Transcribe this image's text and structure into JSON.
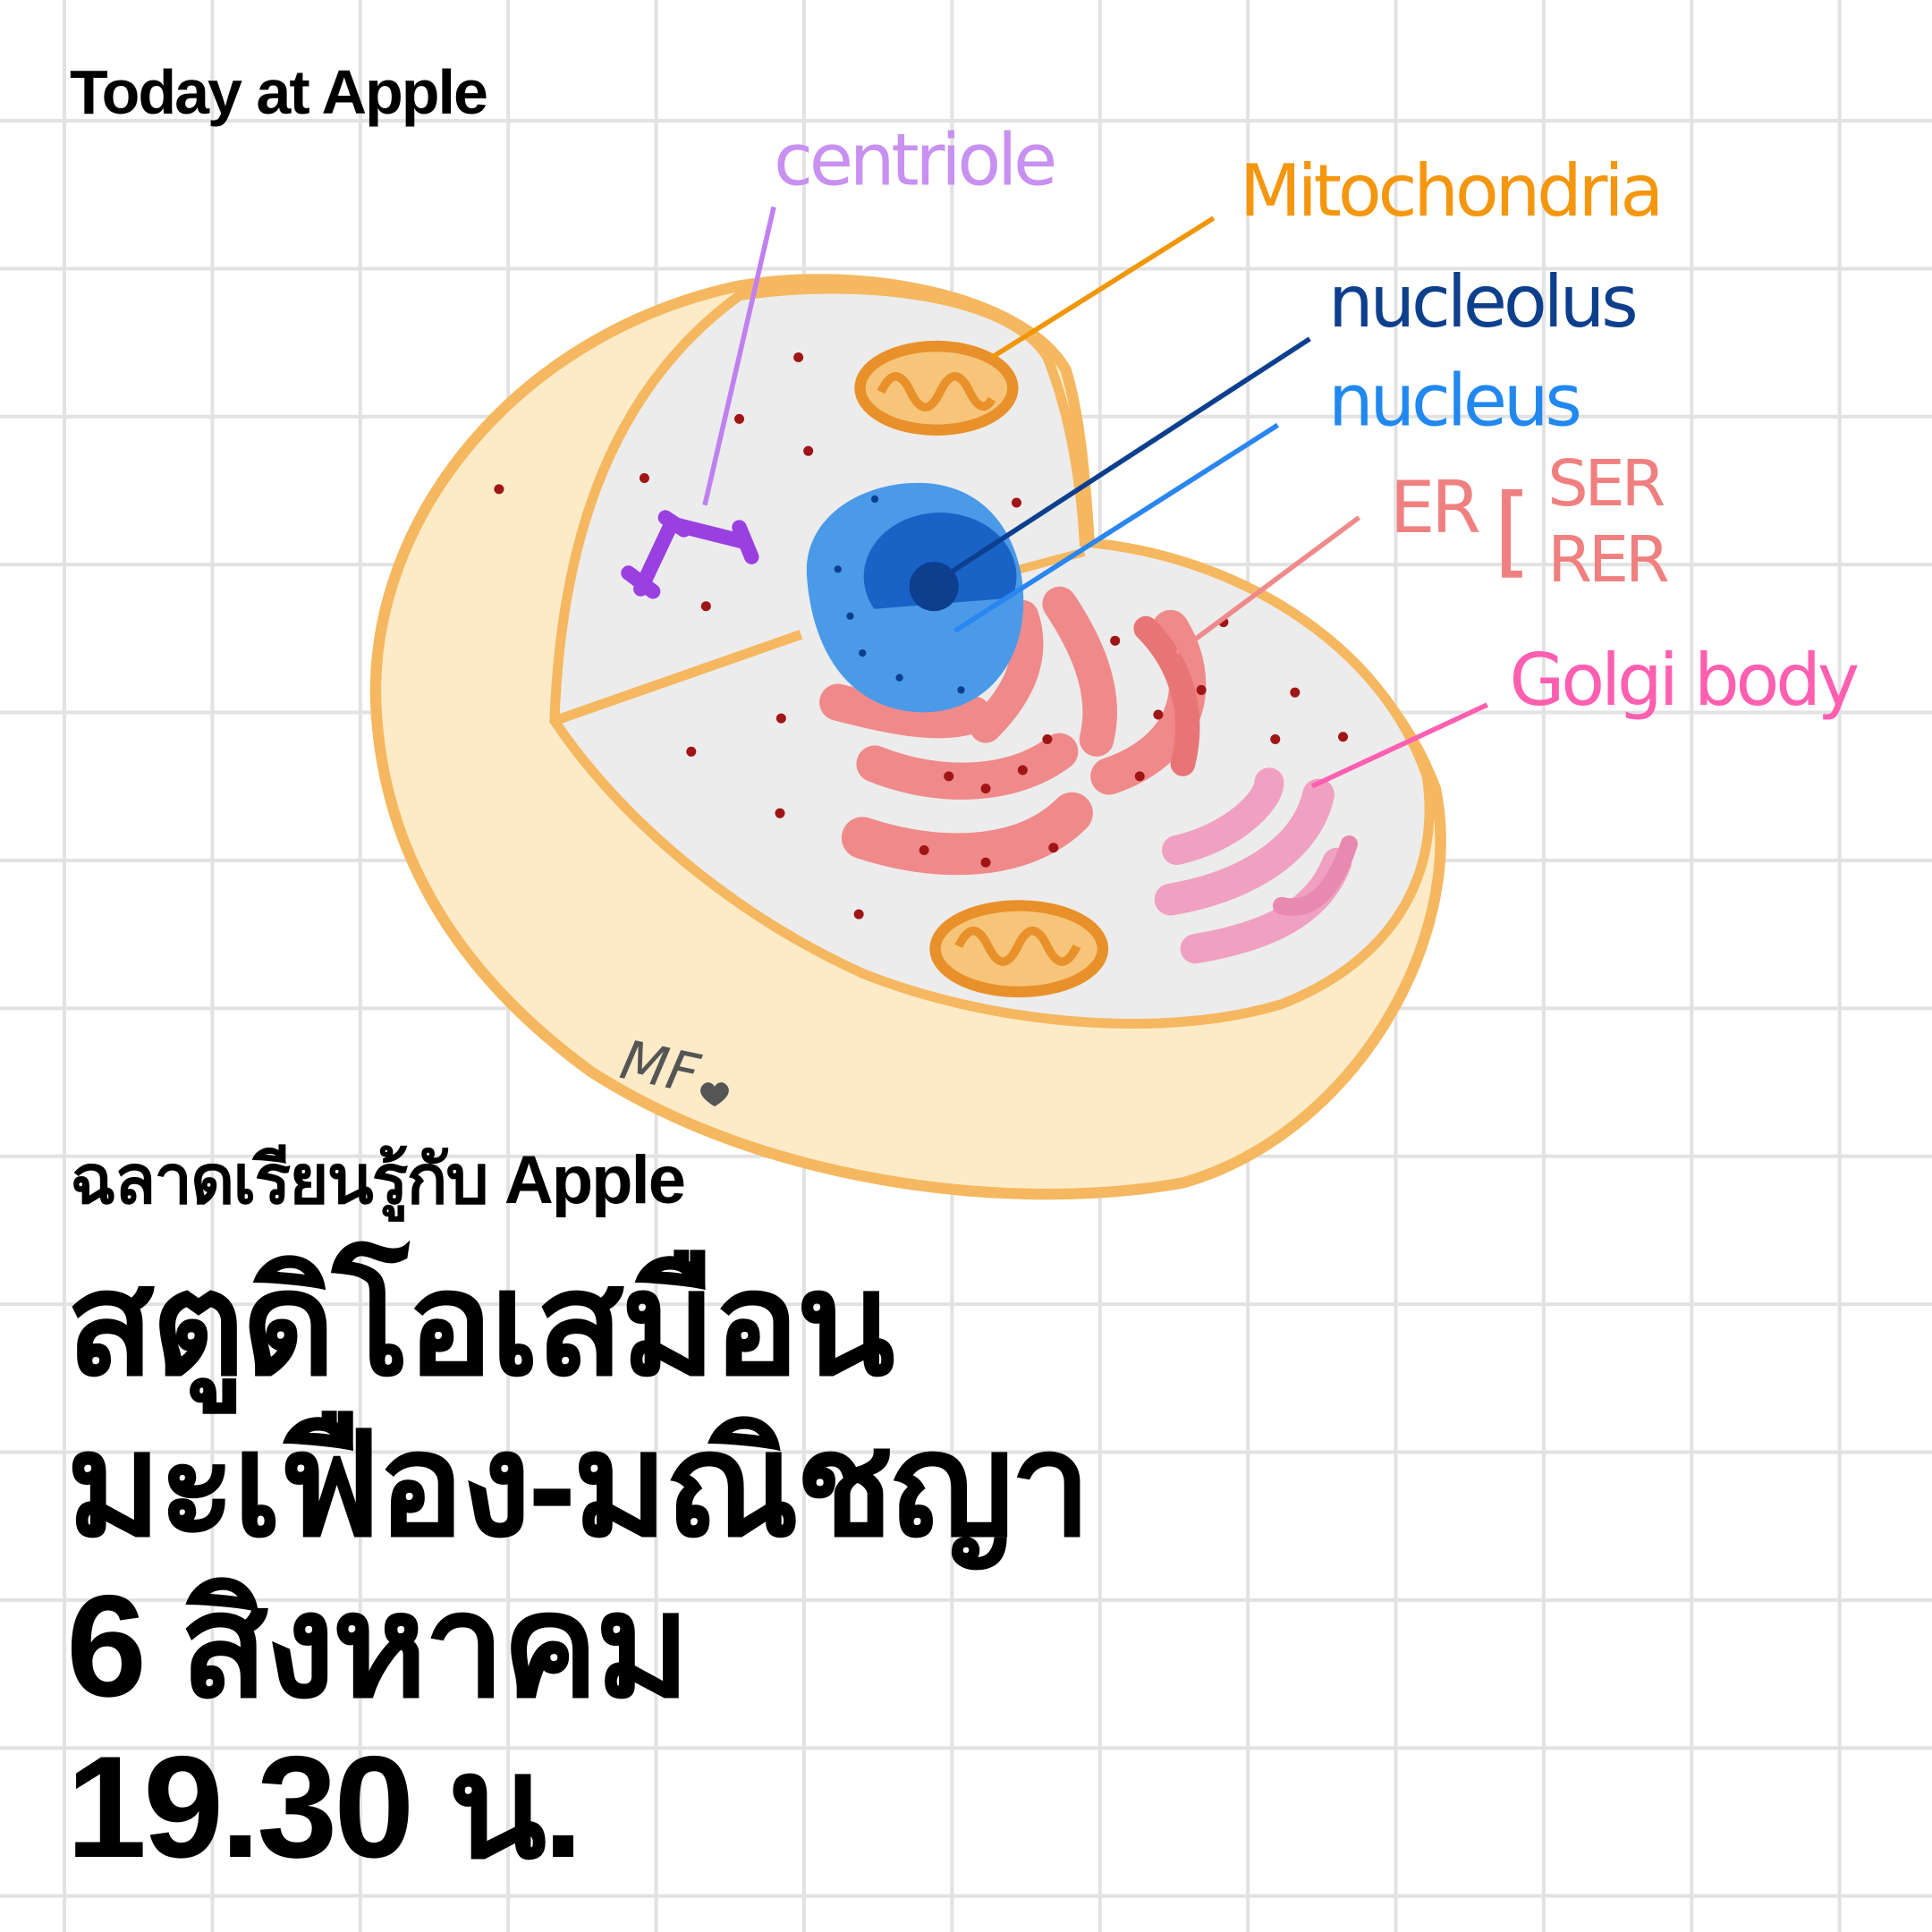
{
  "brand": "Today at Apple",
  "illustration": {
    "labels": {
      "centriole": "centriole",
      "mitochondria": "Mitochondria",
      "nucleolus": "nucleolus",
      "nucleus": "nucleus",
      "er": "ER",
      "er_bracket": "[",
      "ser": "SER",
      "rer": "RER",
      "golgi": "Golgi body",
      "signature": "MF"
    },
    "colors": {
      "membrane": "#f5b860",
      "cytoplasm": "#ececec",
      "nucleus": "#4a9ae8",
      "nucleolus": "#0d3f8f",
      "mitochondria": "#e8912a",
      "er": "#f08a8a",
      "golgi": "#f0a0c0",
      "centriole": "#9a40e0"
    }
  },
  "event": {
    "series": "ฉลาดเรียนรู้กับ Apple",
    "title_line1": "สตูดิโอเสมือน",
    "title_line2": "มะเฟือง-มณิชญา",
    "date": "6 สิงหาคม",
    "time": "19.30 น."
  }
}
